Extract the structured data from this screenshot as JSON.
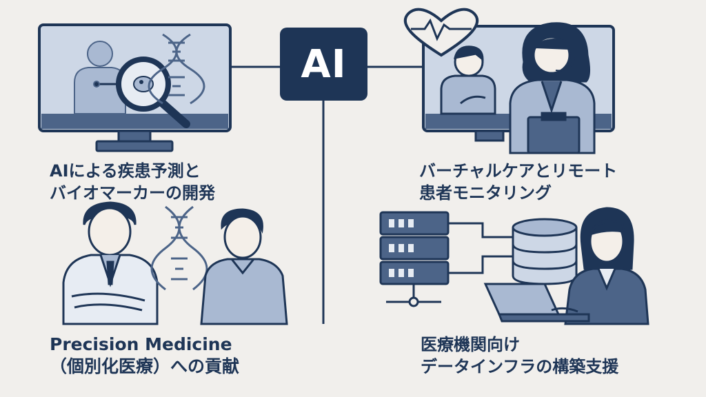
{
  "center": {
    "label": "AI"
  },
  "panels": [
    {
      "id": "prediction",
      "lines": [
        "AIによる疾患予測と",
        "バイオマーカーの開発"
      ]
    },
    {
      "id": "virtual-care",
      "lines": [
        "バーチャルケアとリモート",
        "患者モニタリング"
      ]
    },
    {
      "id": "precision",
      "lines": [
        "Precision Medicine",
        "（個別化医療）への貢献"
      ]
    },
    {
      "id": "infra",
      "lines": [
        "医療機関向け",
        "データインフラの構築支援"
      ]
    }
  ],
  "colors": {
    "background": "#f1efec",
    "navy": "#1e3556",
    "slate": "#4c6488",
    "light": "#a9b9d2",
    "pale": "#cdd7e6"
  },
  "icons": [
    "monitor-icon",
    "magnifier-icon",
    "dna-icon",
    "heart-rate-icon",
    "headset-icon",
    "server-rack-icon",
    "database-icon",
    "laptop-icon"
  ]
}
